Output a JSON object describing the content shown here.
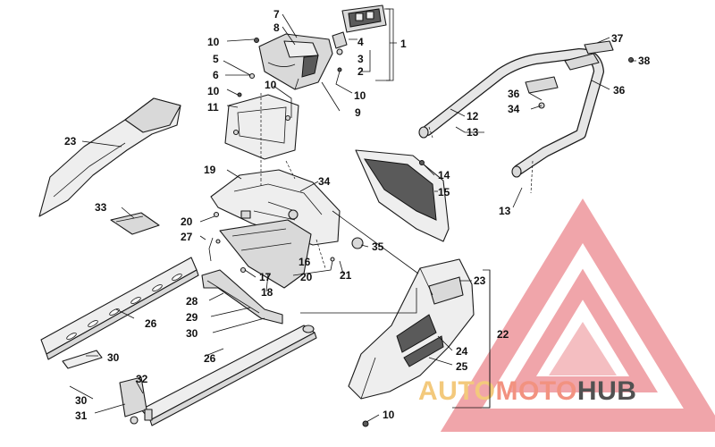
{
  "callouts": {
    "c1": "1",
    "c2": "2",
    "c3": "3",
    "c4": "4",
    "c5": "5",
    "c6": "6",
    "c7": "7",
    "c8": "8",
    "c9": "9",
    "c10": "10",
    "c11": "11",
    "c12": "12",
    "c13": "13",
    "c14": "14",
    "c15": "15",
    "c16": "16",
    "c17": "17",
    "c18": "18",
    "c19": "19",
    "c20": "20",
    "c21": "21",
    "c22": "22",
    "c23": "23",
    "c24": "24",
    "c25": "25",
    "c26": "26",
    "c27": "27",
    "c28": "28",
    "c29": "29",
    "c30": "30",
    "c31": "31",
    "c32": "32",
    "c33": "33",
    "c34": "34",
    "c35": "35",
    "c36": "36",
    "c37": "37",
    "c38": "38"
  },
  "watermark": {
    "part1": "AUTO",
    "part2": "MOTO",
    "part3": "HUB",
    "color_auto": "#f2c066",
    "color_moto": "#f07f6a",
    "color_hub": "#333333",
    "triangle_color": "#e8737a"
  }
}
